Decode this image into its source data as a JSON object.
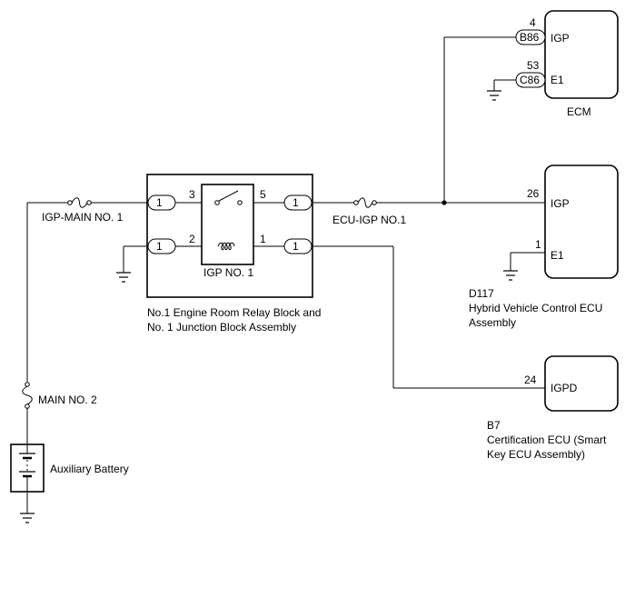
{
  "relay_block": {
    "title_line1": "No.1 Engine Room Relay Block and",
    "title_line2": "No. 1 Junction Block Assembly",
    "relay_name": "IGP NO. 1",
    "connector_pin": "1",
    "relay_pins": {
      "p3": "3",
      "p5": "5",
      "p2": "2",
      "p1": "1"
    }
  },
  "fuses": {
    "igp_main": "IGP-MAIN NO. 1",
    "ecu_igp": "ECU-IGP NO.1",
    "main_no2": "MAIN NO. 2"
  },
  "battery": {
    "label": "Auxiliary Battery"
  },
  "ecm": {
    "name": "ECM",
    "pins": [
      {
        "number": "4",
        "connector": "B86",
        "signal": "IGP"
      },
      {
        "number": "53",
        "connector": "C86",
        "signal": "E1"
      }
    ]
  },
  "hv_ecu": {
    "code": "D117",
    "name_line1": "Hybrid Vehicle Control ECU",
    "name_line2": "Assembly",
    "pins": [
      {
        "number": "26",
        "signal": "IGP"
      },
      {
        "number": "1",
        "signal": "E1"
      }
    ]
  },
  "cert_ecu": {
    "code": "B7",
    "name_line1": "Certification ECU (Smart",
    "name_line2": "Key ECU Assembly)",
    "pins": [
      {
        "number": "24",
        "signal": "IGPD"
      }
    ]
  }
}
